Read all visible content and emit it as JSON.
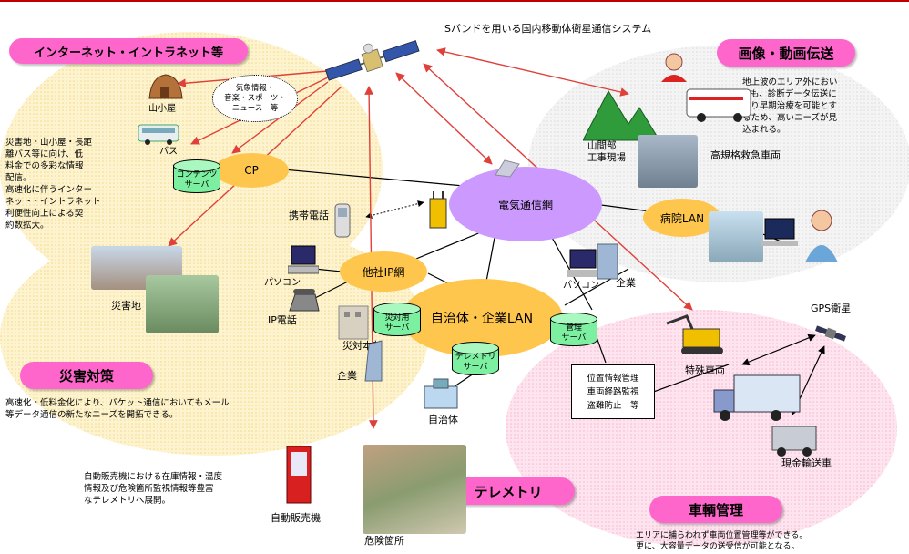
{
  "title": "Sバンドを用いる国内移動体衛星通信システム",
  "sections": {
    "internet": {
      "label": "インターネット・イントラネット等",
      "desc": "災害地・山小屋・長距\n離バス等に向け、低\n料金での多彩な情報\n配信。\n高速化に伴うインター\nネット・イントラネット\n利便性向上による契\n約数拡大。"
    },
    "image": {
      "label": "画像・動画伝送",
      "desc": "地上波のエリア外におい\nても、診断データ伝送に\nより早期治療を可能とす\nるため、高いニーズが見\n込まれる。"
    },
    "disaster": {
      "label": "災害対策",
      "desc": "高速化・低料金化により、パケット通信においてもメール\n等データ通信の新たなニーズを開拓できる。"
    },
    "telemetry": {
      "label": "テレメトリ",
      "desc": "自動販売機における在庫情報・温度\n情報及び危険箇所監視情報等豊富\nなテレメトリへ展開。"
    },
    "vehicle": {
      "label": "車輌管理",
      "desc": "エリアに捕らわれず車両位置管理等ができる。\n更に、大容量データの送受信が可能となる。"
    }
  },
  "bubble": "気象情報・\n音楽・スポーツ・\nニュース　等",
  "vehicle_box": "位置情報管理\n車両経路監視\n盗難防止　等",
  "nodes": {
    "cp": "CP",
    "telecom": "電気通信網",
    "hospital": "病院LAN",
    "other_ip": "他社IP網",
    "local_gov": "自治体・企業LAN"
  },
  "servers": {
    "contents": "コンテンツ\nサーバ",
    "disaster": "災対用\nサーバ",
    "mgmt": "管理\nサーバ",
    "telemetry": "テレメトリ\nサーバ"
  },
  "labels": {
    "yamagoya": "山小屋",
    "bus": "バス",
    "keitai": "携帯電話",
    "pasokon1": "パソコン",
    "ip_phone": "IP電話",
    "saigaichi": "災害地",
    "saitai_honbu": "災対本部",
    "kigyo1": "企業",
    "jichitai": "自治体",
    "vending": "自動販売機",
    "danger": "危険箇所",
    "sankan": "山間部\n工事現場",
    "ambulance": "高規格救急車両",
    "pasokon2": "パソコン",
    "kigyo2": "企業",
    "gps": "GPS衛星",
    "special": "特殊車両",
    "cash": "現金輸送車"
  },
  "colors": {
    "accent_pink": "#ff66cc",
    "cloud_yellow": "#fde9a0",
    "cloud_pink": "#fbd3e2",
    "node_orange": "#ffc64d",
    "node_purple": "#cc99ff",
    "arrow_red": "#e0403a"
  }
}
